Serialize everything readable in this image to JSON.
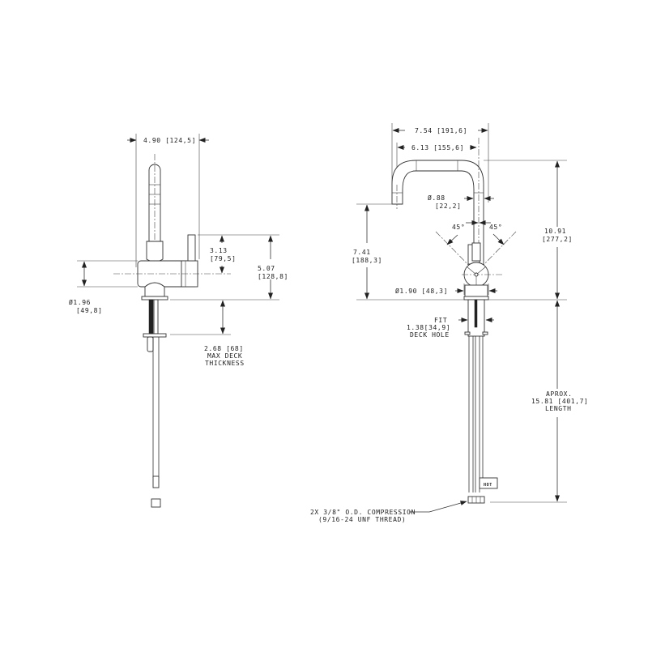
{
  "drawing": {
    "side_view": {
      "dim_width": "4.90 [124,5]",
      "dim_lever_height": "3.13",
      "dim_lever_height_mm": "[79,5]",
      "dim_body_height": "5.07",
      "dim_body_height_mm": "[128,8]",
      "dim_body_dia": "Ø1.96",
      "dim_body_dia_mm": "[49,8]",
      "dim_deck_line1": "2.68 [68]",
      "dim_deck_line2": "MAX DECK",
      "dim_deck_line3": "THICKNESS"
    },
    "front_view": {
      "dim_spout_reach": "7.54 [191,6]",
      "dim_spout_inner": "6.13 [155,6]",
      "dim_spout_dia": "Ø.88",
      "dim_spout_dia_mm": "[22,2]",
      "dim_spout_height": "7.41",
      "dim_spout_height_mm": "[188,3]",
      "dim_total_height": "10.91",
      "dim_total_height_mm": "[277,2]",
      "angle_left": "45°",
      "angle_right": "45°",
      "dim_base_dia": "Ø1.90 [48,3]",
      "fit_line1": "FIT",
      "fit_line2": "1.38[34,9]",
      "fit_line3": "DECK HOLE",
      "length_line1": "APROX.",
      "length_line2": "15.81 [401,7]",
      "length_line3": "LENGTH",
      "hot_label": "HOT",
      "compression_line1": "2X 3/8\" O.D. COMPRESSION",
      "compression_line2": "(9/16-24 UNF THREAD)"
    }
  }
}
